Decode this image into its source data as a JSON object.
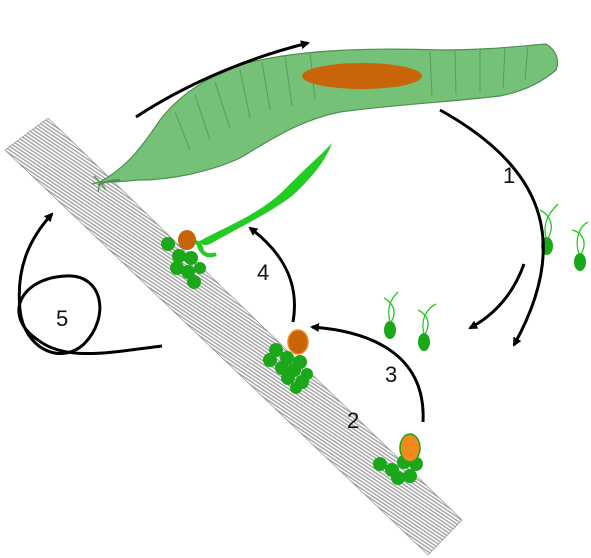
{
  "diagram": {
    "step_labels": [
      "1",
      "2",
      "3",
      "4",
      "5"
    ]
  },
  "colors": {
    "thallus_fill": "#74c177",
    "thallus_stroke": "#4f8f52",
    "sorus": "#c8640a",
    "zygote_orange": "#f08a1c",
    "cell_green": "#1aa81a",
    "sporophyte_green": "#22cc22",
    "substrate_hatch": "#9a9a9a",
    "arrow": "#000000"
  }
}
